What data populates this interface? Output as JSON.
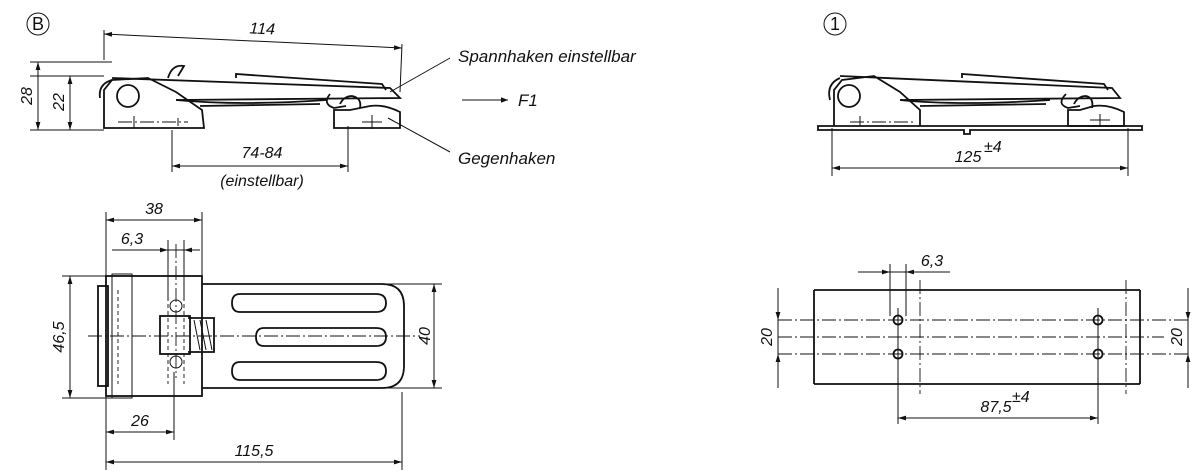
{
  "views": {
    "variant_b": {
      "marker": "B"
    },
    "variant_1": {
      "marker": "1"
    }
  },
  "labels": {
    "adjustable_hook": "Spannhaken einstellbar",
    "force": "F1",
    "counter_hook": "Gegenhaken"
  },
  "dimensions": {
    "b_length_top": "114",
    "b_height_28": "28",
    "b_height_22": "22",
    "b_range": "74-84",
    "b_range_note": "(einstellbar)",
    "b_width_38": "38",
    "b_hole_6_3": "6,3",
    "b_height_46_5": "46,5",
    "b_height_40": "40",
    "b_offset_26": "26",
    "b_total_115_5": "115,5",
    "v1_length": "125",
    "v1_length_tol": "±4",
    "v1_hole_6_3": "6,3",
    "v1_spacing_left": "20",
    "v1_spacing_right": "20",
    "v1_distance": "87,5",
    "v1_distance_tol": "±4"
  }
}
